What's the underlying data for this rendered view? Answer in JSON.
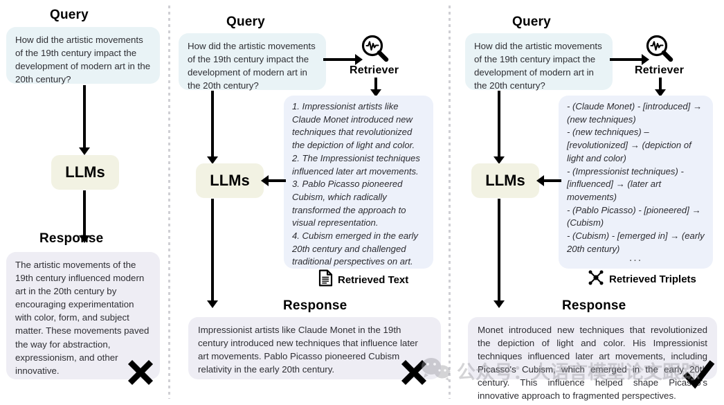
{
  "panels": [
    {
      "id": "llm-only",
      "query_heading": "Query",
      "query_text": "How did the artistic movements of the 19th century impact the development of modern art in the 20th century?",
      "llm_label": "LLMs",
      "response_heading": "Response",
      "response_text": "The artistic movements of the 19th century influenced modern art in the 20th century by encouraging experimentation with color, form, and subject matter. These movements paved the way for abstraction, expressionism, and other innovative.",
      "verdict": "cross"
    },
    {
      "id": "text-rag",
      "query_heading": "Query",
      "query_text": "How did the artistic movements of the 19th century impact the development of modern art in the 20th century?",
      "retriever_label": "Retriever",
      "retriever_icon": "magnifier-pulse-icon",
      "retrieved_heading_icon": "document-icon",
      "retrieved_label": "Retrieved Text",
      "retrieved_text": "1. Impressionist artists like Claude Monet introduced new techniques that revolutionized the depiction of light and color.\n2. The Impressionist techniques influenced later art movements.\n3. Pablo Picasso pioneered Cubism, which radically transformed the approach to visual representation.\n4. Cubism emerged in the early 20th century and challenged traditional perspectives on art.",
      "retrieved_ellipsis": "...",
      "llm_label": "LLMs",
      "response_heading": "Response",
      "response_text": "Impressionist artists like Claude Monet in the 19th century introduced new techniques that influence later art movements. Pablo Picasso pioneered Cubism relativity in the early 20th century.",
      "verdict": "cross"
    },
    {
      "id": "graph-rag",
      "query_heading": "Query",
      "query_text": "How did the artistic movements of the 19th century impact the development of modern art in the 20th century?",
      "retriever_label": "Retriever",
      "retriever_icon": "magnifier-pulse-icon",
      "retrieved_heading_icon": "graph-nodes-icon",
      "retrieved_label": "Retrieved Triplets",
      "retrieved_text": "- (Claude Monet) - [introduced] → (new techniques)\n- (new techniques) – [revolutionized] → (depiction of light and color)\n- (Impressionist techniques) - [influenced] → (later art movements)\n- (Pablo Picasso) - [pioneered] → (Cubism)\n- (Cubism) - [emerged in] → (early 20th century)",
      "retrieved_ellipsis": "...",
      "llm_label": "LLMs",
      "response_heading": "Response",
      "response_text": "Monet introduced new techniques that revolutionized the depiction of light and color. His Impressionist techniques influenced later art movements, including Picasso's Cubism, which emerged in the early 20th century. This influence helped shape Picasso's innovative approach to fragmented perspectives.",
      "verdict": "check"
    }
  ],
  "watermark": {
    "text": "公众号：大语言模型论文跟踪",
    "icon": "wechat-icon"
  },
  "colors": {
    "query_bubble": "#e9f3f6",
    "response_bubble": "#eeedf4",
    "knowledge_bubble": "#edf1fa",
    "llm_box": "#f2f2e3",
    "ink": "#000000",
    "body_text": "#2e2e33",
    "divider": "#cfcfd4"
  }
}
